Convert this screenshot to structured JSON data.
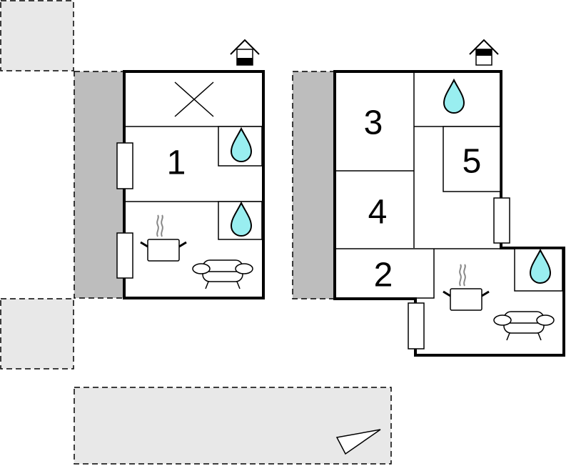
{
  "colors": {
    "terrace_fill": "#e8e8e8",
    "strip_fill": "#bdbdbd",
    "water_fill": "#99eef0",
    "wall": "#000000",
    "steam": "#888888"
  },
  "building_left": {
    "room_labels": [
      "1"
    ],
    "icons": [
      "house-entrance-icon",
      "cross-icon",
      "water-drop-icon",
      "water-drop-icon",
      "cooking-pot-icon",
      "sofa-icon"
    ]
  },
  "building_right": {
    "room_labels": [
      "3",
      "4",
      "5",
      "2"
    ],
    "icons": [
      "house-entrance-icon",
      "water-drop-icon",
      "water-drop-icon",
      "cooking-pot-icon",
      "sofa-icon"
    ]
  },
  "outdoor": {
    "icons": [
      "direction-arrow-icon"
    ]
  }
}
